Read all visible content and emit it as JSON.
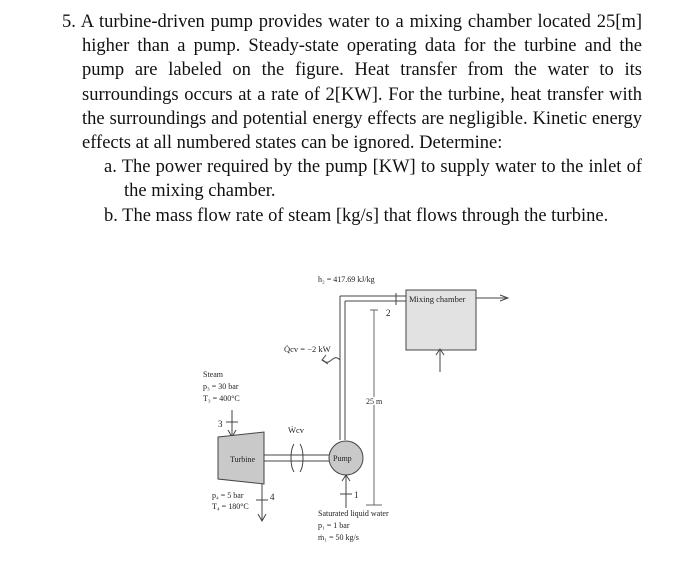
{
  "problem": {
    "number": "5.",
    "statement_lines": [
      "A turbine-driven pump provides water to a mixing chamber",
      "located 25[m] higher than a pump. Steady-state operating data",
      "for the turbine and the pump are labeled on the figure. Heat",
      "transfer from the water to its surroundings occurs at a rate of",
      "2[KW]. For the turbine, heat transfer with the surroundings and",
      "potential energy effects are negligible. Kinetic energy effects at",
      "all numbered states can be ignored. Determine:"
    ],
    "part_a": {
      "label": "a.",
      "line1": "The power required by the pump [KW] to supply water to",
      "line2": "the inlet of the mixing chamber."
    },
    "part_b": {
      "label": "b.",
      "line1": "The mass flow rate of steam [kg/s] that flows through the",
      "line2": "turbine."
    }
  },
  "figure": {
    "h2_label": "h₂ = 417.69 kJ/kg",
    "mixing_chamber": "Mixing chamber",
    "state2": "2",
    "qcv_label": "Q̇cv = −2 kW",
    "height_label": "25 m",
    "steam_title": "Steam",
    "p3_label": "p₃ = 30 bar",
    "t3_label": "T₃ = 400°C",
    "state3": "3",
    "wcv_label": "Ẇcv",
    "turbine_label": "Turbine",
    "pump_label": "Pump",
    "p4_label": "p₄ = 5 bar",
    "t4_label": "T₄ = 180°C",
    "state4": "4",
    "state1": "1",
    "water_title": "Saturated liquid water",
    "p1_label": "p₁ = 1 bar",
    "m1_label": "ṁ₁ = 50 kg/s"
  }
}
